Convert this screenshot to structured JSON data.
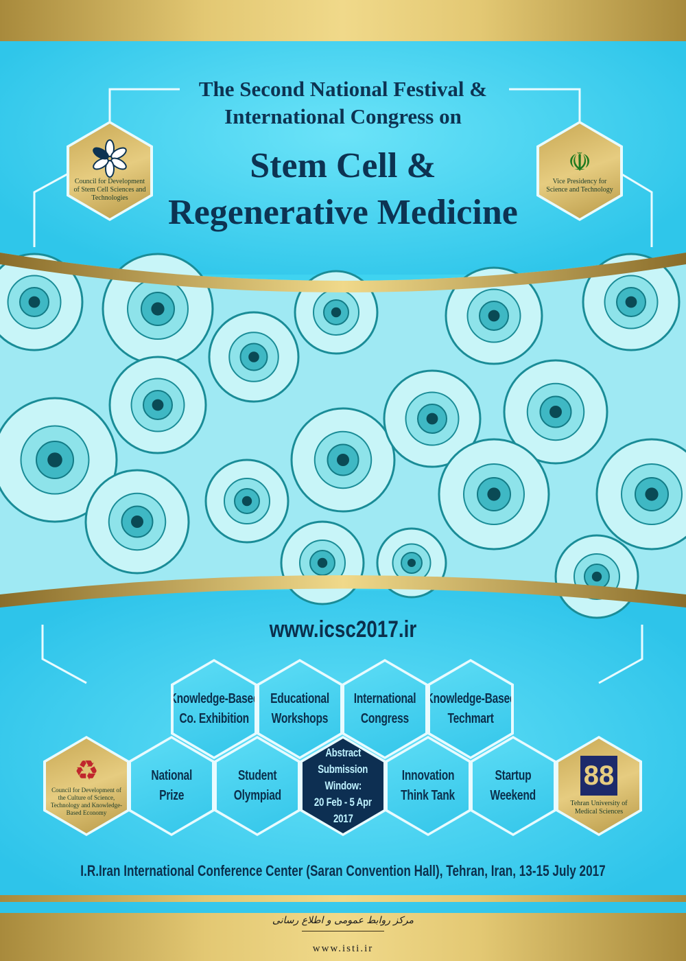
{
  "header": {
    "line1": "The Second National Festival &",
    "line2": "International Congress on",
    "line3": "Stem Cell &",
    "line4": "Regenerative Medicine"
  },
  "logos": {
    "top_left": "Council for Development of Stem Cell Sciences and Technologies",
    "top_right": "Vice Presidency for Science and Technology",
    "bottom_left": "Council for Development of the Culture of Science, Technology and Knowledge-Based Economy",
    "bottom_right": "Tehran University of Medical Sciences"
  },
  "website": "www.icsc2017.ir",
  "events_top": [
    {
      "l1": "Knowledge-Based",
      "l2": "Co. Exhibition"
    },
    {
      "l1": "Educational",
      "l2": "Workshops"
    },
    {
      "l1": "International",
      "l2": "Congress"
    },
    {
      "l1": "Knowledge-Based",
      "l2": "Techmart"
    }
  ],
  "events_bottom": [
    {
      "l1": "National",
      "l2": "Prize"
    },
    {
      "l1": "Student",
      "l2": "Olympiad"
    },
    {
      "l1": "Innovation",
      "l2": "Think Tank"
    },
    {
      "l1": "Startup",
      "l2": "Weekend"
    }
  ],
  "abstract": {
    "l1": "Abstract",
    "l2": "Submission",
    "l3": "Window:",
    "l4": "20 Feb - 5 Apr",
    "l5": "2017"
  },
  "venue": "I.R.Iran International Conference Center (Saran Convention Hall), Tehran, Iran, 13-15 July 2017",
  "footer": {
    "persian": "مرکز روابط عمومی و اطلاع رسانی",
    "url": "www.isti.ir"
  },
  "colors": {
    "navy": "#0d3352",
    "gold": "#e3c873",
    "cyan": "#3fd3f0"
  }
}
